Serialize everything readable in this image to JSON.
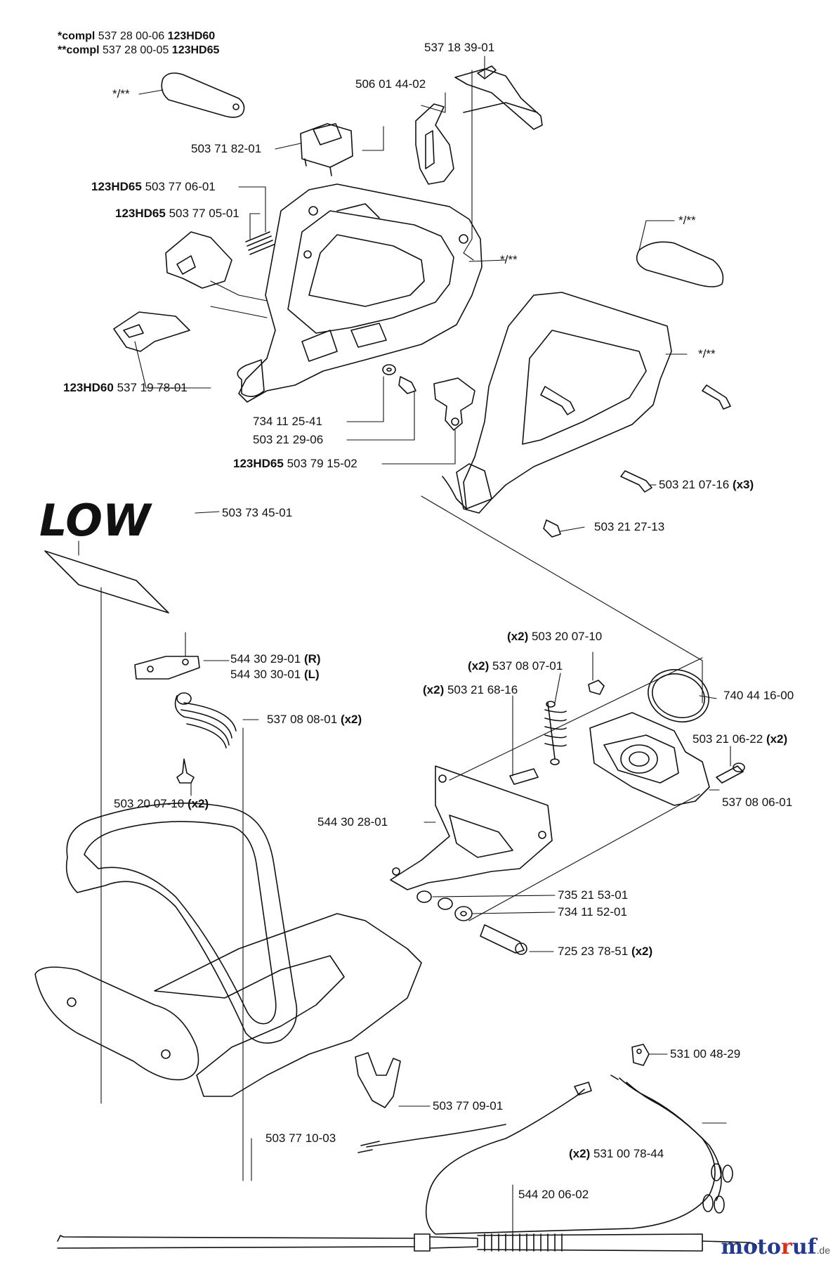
{
  "header": {
    "line1_prefix": "*compl",
    "line1_part": "537 28 00-06",
    "line1_model": "123HD60",
    "line2_prefix": "**compl",
    "line2_part": "537 28 00-05",
    "line2_model": "123HD65"
  },
  "logo_text": "LOW",
  "watermark": {
    "brand_pre": "moto",
    "brand_accent": "r",
    "brand_post": "uf",
    "tld": ".de"
  },
  "colors": {
    "line": "#111111",
    "watermark_accent": "#d4321f",
    "watermark_brand": "#243a8a"
  },
  "labels": [
    {
      "id": "p1",
      "model": "",
      "part": "537 18 39-01",
      "qty": ""
    },
    {
      "id": "p2",
      "model": "",
      "part": "*/**",
      "qty": ""
    },
    {
      "id": "p3",
      "model": "",
      "part": "506 01 44-02",
      "qty": ""
    },
    {
      "id": "p4",
      "model": "",
      "part": "503 71 82-01",
      "qty": ""
    },
    {
      "id": "p5",
      "model": "123HD65",
      "part": "503 77 06-01",
      "qty": ""
    },
    {
      "id": "p6",
      "model": "123HD65",
      "part": "503 77 05-01",
      "qty": ""
    },
    {
      "id": "p7",
      "model": "",
      "part": "*/**",
      "qty": ""
    },
    {
      "id": "p8",
      "model": "",
      "part": "*/**",
      "qty": ""
    },
    {
      "id": "p9",
      "model": "",
      "part": "*/**",
      "qty": ""
    },
    {
      "id": "p10",
      "model": "123HD60",
      "part": "537 19 78-01",
      "qty": ""
    },
    {
      "id": "p11",
      "model": "",
      "part": "734 11 25-41",
      "qty": ""
    },
    {
      "id": "p12",
      "model": "",
      "part": "503 21 29-06",
      "qty": ""
    },
    {
      "id": "p13",
      "model": "123HD65",
      "part": "503 79 15-02",
      "qty": ""
    },
    {
      "id": "p14",
      "model": "",
      "part": "503 21 07-16",
      "qty": "(x3)"
    },
    {
      "id": "p15",
      "model": "",
      "part": "503 21 27-13",
      "qty": ""
    },
    {
      "id": "p16",
      "model": "",
      "part": "503 73 45-01",
      "qty": ""
    },
    {
      "id": "p17",
      "model": "",
      "part": "544 30 29-01",
      "qty": "(R)"
    },
    {
      "id": "p18",
      "model": "",
      "part": "544 30 30-01",
      "qty": "(L)"
    },
    {
      "id": "p19",
      "model": "",
      "part": "537 08 08-01",
      "qty": "(x2)"
    },
    {
      "id": "p20",
      "model": "",
      "part": "503 20 07-10",
      "qty": "(x2)"
    },
    {
      "id": "p21",
      "model": "(x2)",
      "part": "503 20 07-10",
      "qty": ""
    },
    {
      "id": "p22",
      "model": "(x2)",
      "part": "537 08 07-01",
      "qty": ""
    },
    {
      "id": "p23",
      "model": "(x2)",
      "part": "503 21 68-16",
      "qty": ""
    },
    {
      "id": "p24",
      "model": "",
      "part": "740 44 16-00",
      "qty": ""
    },
    {
      "id": "p25",
      "model": "",
      "part": "503 21 06-22",
      "qty": "(x2)"
    },
    {
      "id": "p26",
      "model": "",
      "part": "537 08 06-01",
      "qty": ""
    },
    {
      "id": "p27",
      "model": "",
      "part": "544 30 28-01",
      "qty": ""
    },
    {
      "id": "p28",
      "model": "",
      "part": "735 21 53-01",
      "qty": ""
    },
    {
      "id": "p29",
      "model": "",
      "part": "734 11 52-01",
      "qty": ""
    },
    {
      "id": "p30",
      "model": "",
      "part": "725 23 78-51",
      "qty": "(x2)"
    },
    {
      "id": "p31",
      "model": "",
      "part": "531 00 48-29",
      "qty": ""
    },
    {
      "id": "p32",
      "model": "",
      "part": "503 77 09-01",
      "qty": ""
    },
    {
      "id": "p33",
      "model": "",
      "part": "503 77 10-03",
      "qty": ""
    },
    {
      "id": "p34",
      "model": "(x2)",
      "part": "531 00 78-44",
      "qty": ""
    },
    {
      "id": "p35",
      "model": "",
      "part": "544 20 06-02",
      "qty": ""
    }
  ]
}
